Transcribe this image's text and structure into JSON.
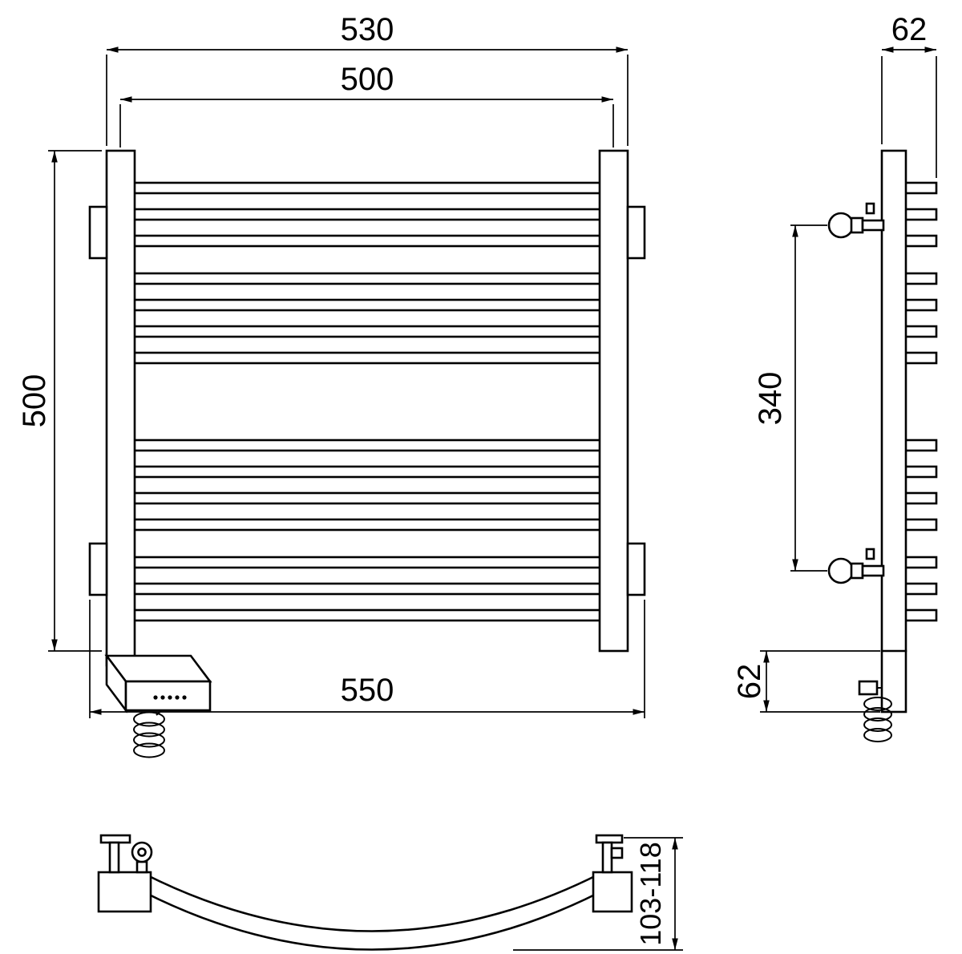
{
  "drawing": {
    "subject": "heated towel rail with electric heating element - three orthographic views",
    "background": "#ffffff",
    "line_color": "#000000",
    "front_view": {
      "width_outer_mm": "530",
      "width_centers_mm": "500",
      "height_mm": "500",
      "width_bottom_mm": "550"
    },
    "side_view": {
      "depth_top_mm": "62",
      "bracket_spacing_mm": "340",
      "heater_height_mm": "62"
    },
    "bottom_view": {
      "wall_distance_range_mm": "103-118"
    }
  }
}
